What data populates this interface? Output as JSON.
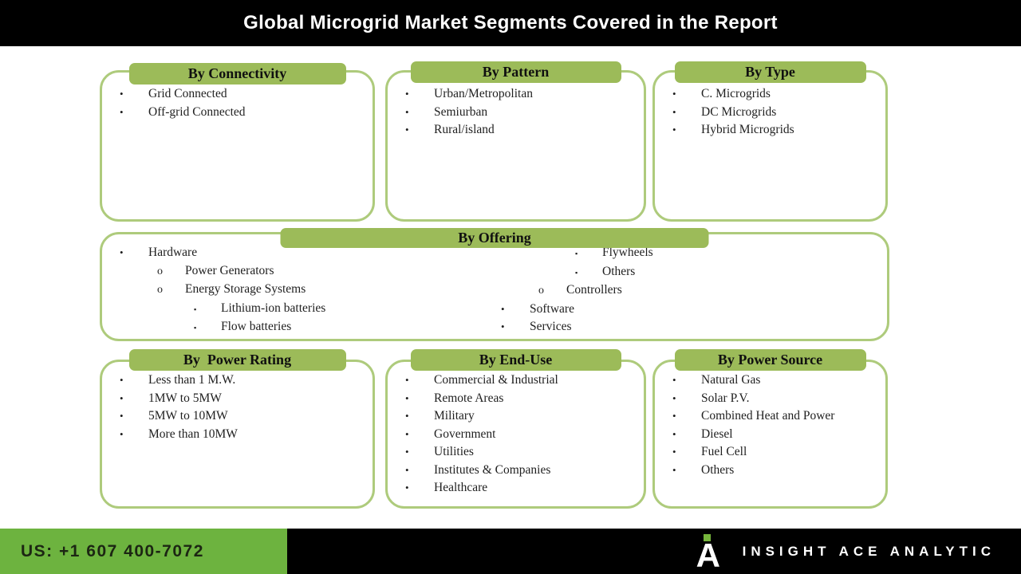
{
  "header": {
    "title": "Global Microgrid Market Segments Covered in the Report"
  },
  "segments": {
    "connectivity": {
      "title": "By Connectivity",
      "items": [
        "Grid Connected",
        "Off-grid Connected"
      ]
    },
    "pattern": {
      "title": "By Pattern",
      "items": [
        "Urban/Metropolitan",
        "Semiurban",
        "Rural/island"
      ]
    },
    "type": {
      "title": "By Type",
      "items": [
        "C. Microgrids",
        "DC Microgrids",
        "Hybrid Microgrids"
      ]
    },
    "offering": {
      "title": "By Offering",
      "left_items": [
        {
          "level": 1,
          "text": "Hardware"
        },
        {
          "level": 2,
          "text": "Power Generators"
        },
        {
          "level": 2,
          "text": "Energy Storage Systems"
        },
        {
          "level": 3,
          "text": "Lithium-ion batteries"
        },
        {
          "level": 3,
          "text": "Flow batteries"
        }
      ],
      "right_items": [
        {
          "level": 3,
          "text": "Flywheels"
        },
        {
          "level": 3,
          "text": "Others"
        },
        {
          "level": 2,
          "text": "Controllers"
        },
        {
          "level": 1,
          "text": "Software"
        },
        {
          "level": 1,
          "text": "Services"
        }
      ]
    },
    "power_rating": {
      "title": "By  Power Rating",
      "items": [
        "Less than 1 M.W.",
        "1MW to 5MW",
        "5MW to 10MW",
        "More than 10MW"
      ]
    },
    "end_use": {
      "title": "By End-Use",
      "items": [
        "Commercial & Industrial",
        "Remote Areas",
        "Military",
        "Government",
        "Utilities",
        "Institutes & Companies",
        "Healthcare"
      ]
    },
    "power_source": {
      "title": "By Power Source",
      "items": [
        "Natural Gas",
        "Solar P.V.",
        "Combined Heat and Power",
        "Diesel",
        "Fuel Cell",
        "Others"
      ]
    }
  },
  "footer": {
    "phone_label": "US: +1 607 400-7072",
    "brand_name": "INSIGHT ACE ANALYTIC",
    "logo_letter": "A"
  },
  "colors": {
    "pill_green": "#9cbb59",
    "border_green": "#aecb7c",
    "footer_green": "#6db33f",
    "logo_green": "#76b53c",
    "bar_black": "#000000",
    "text_dark": "#1f1f1f"
  },
  "bullets": {
    "level1": "•",
    "level2": "o",
    "level3": "▪"
  }
}
